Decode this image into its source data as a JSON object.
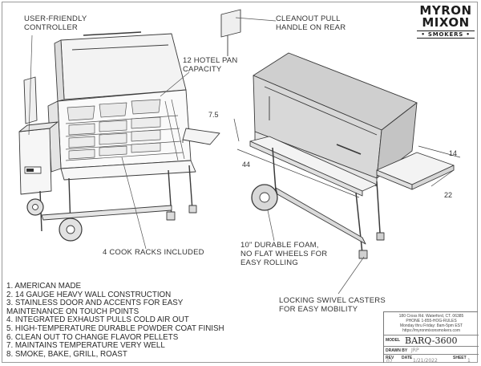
{
  "brand": {
    "line1": "MYRON",
    "line2": "MIXON",
    "line3": "• SMOKERS •"
  },
  "callouts": {
    "user_friendly": "USER-FRIENDLY\nCONTROLLER",
    "hotel_pan": "12 HOTEL PAN\nCAPACITY",
    "cleanout": "CLEANOUT PULL\nHANDLE ON REAR",
    "cook_racks": "4 COOK RACKS INCLUDED",
    "wheels": "10\" DURABLE FOAM,\nNO FLAT WHEELS FOR\nEASY ROLLING",
    "casters": "LOCKING SWIVEL CASTERS\nFOR EASY MOBILITY"
  },
  "dimensions": {
    "d1": "7.5",
    "d2": "44",
    "d3": "14",
    "d4": "22"
  },
  "features": [
    "1. AMERICAN MADE",
    "2. 14 GAUGE HEAVY WALL CONSTRUCTION",
    "3. STAINLESS DOOR AND ACCENTS FOR EASY",
    "MAINTENANCE ON TOUCH POINTS",
    "4. INTEGRATED EXHAUST PULLS COLD AIR OUT",
    "5. HIGH-TEMPERATURE DURABLE POWDER COAT FINISH",
    "6. CLEAN OUT TO CHANGE FLAVOR PELLETS",
    "7. MAINTAINS TEMPERATURE VERY WELL",
    "8. SMOKE, BAKE, GRILL, ROAST"
  ],
  "title_block": {
    "address": [
      "180 Cross Rd. Waterford, CT. 06385",
      "PHONE 1-855-HOG-RULES",
      "Monday thru Friday: 8am-5pm EST",
      "https://myronmixonsmokers.com"
    ],
    "model_label": "MODEL",
    "model": "BARQ-3600",
    "drawn_by_label": "DRAWN BY",
    "drawn_by": "JRP",
    "rev_label": "REV",
    "rev": "07",
    "date_label": "DATE",
    "date": "1/21/2022",
    "sheet_label": "SHEET",
    "sheet": "1"
  }
}
